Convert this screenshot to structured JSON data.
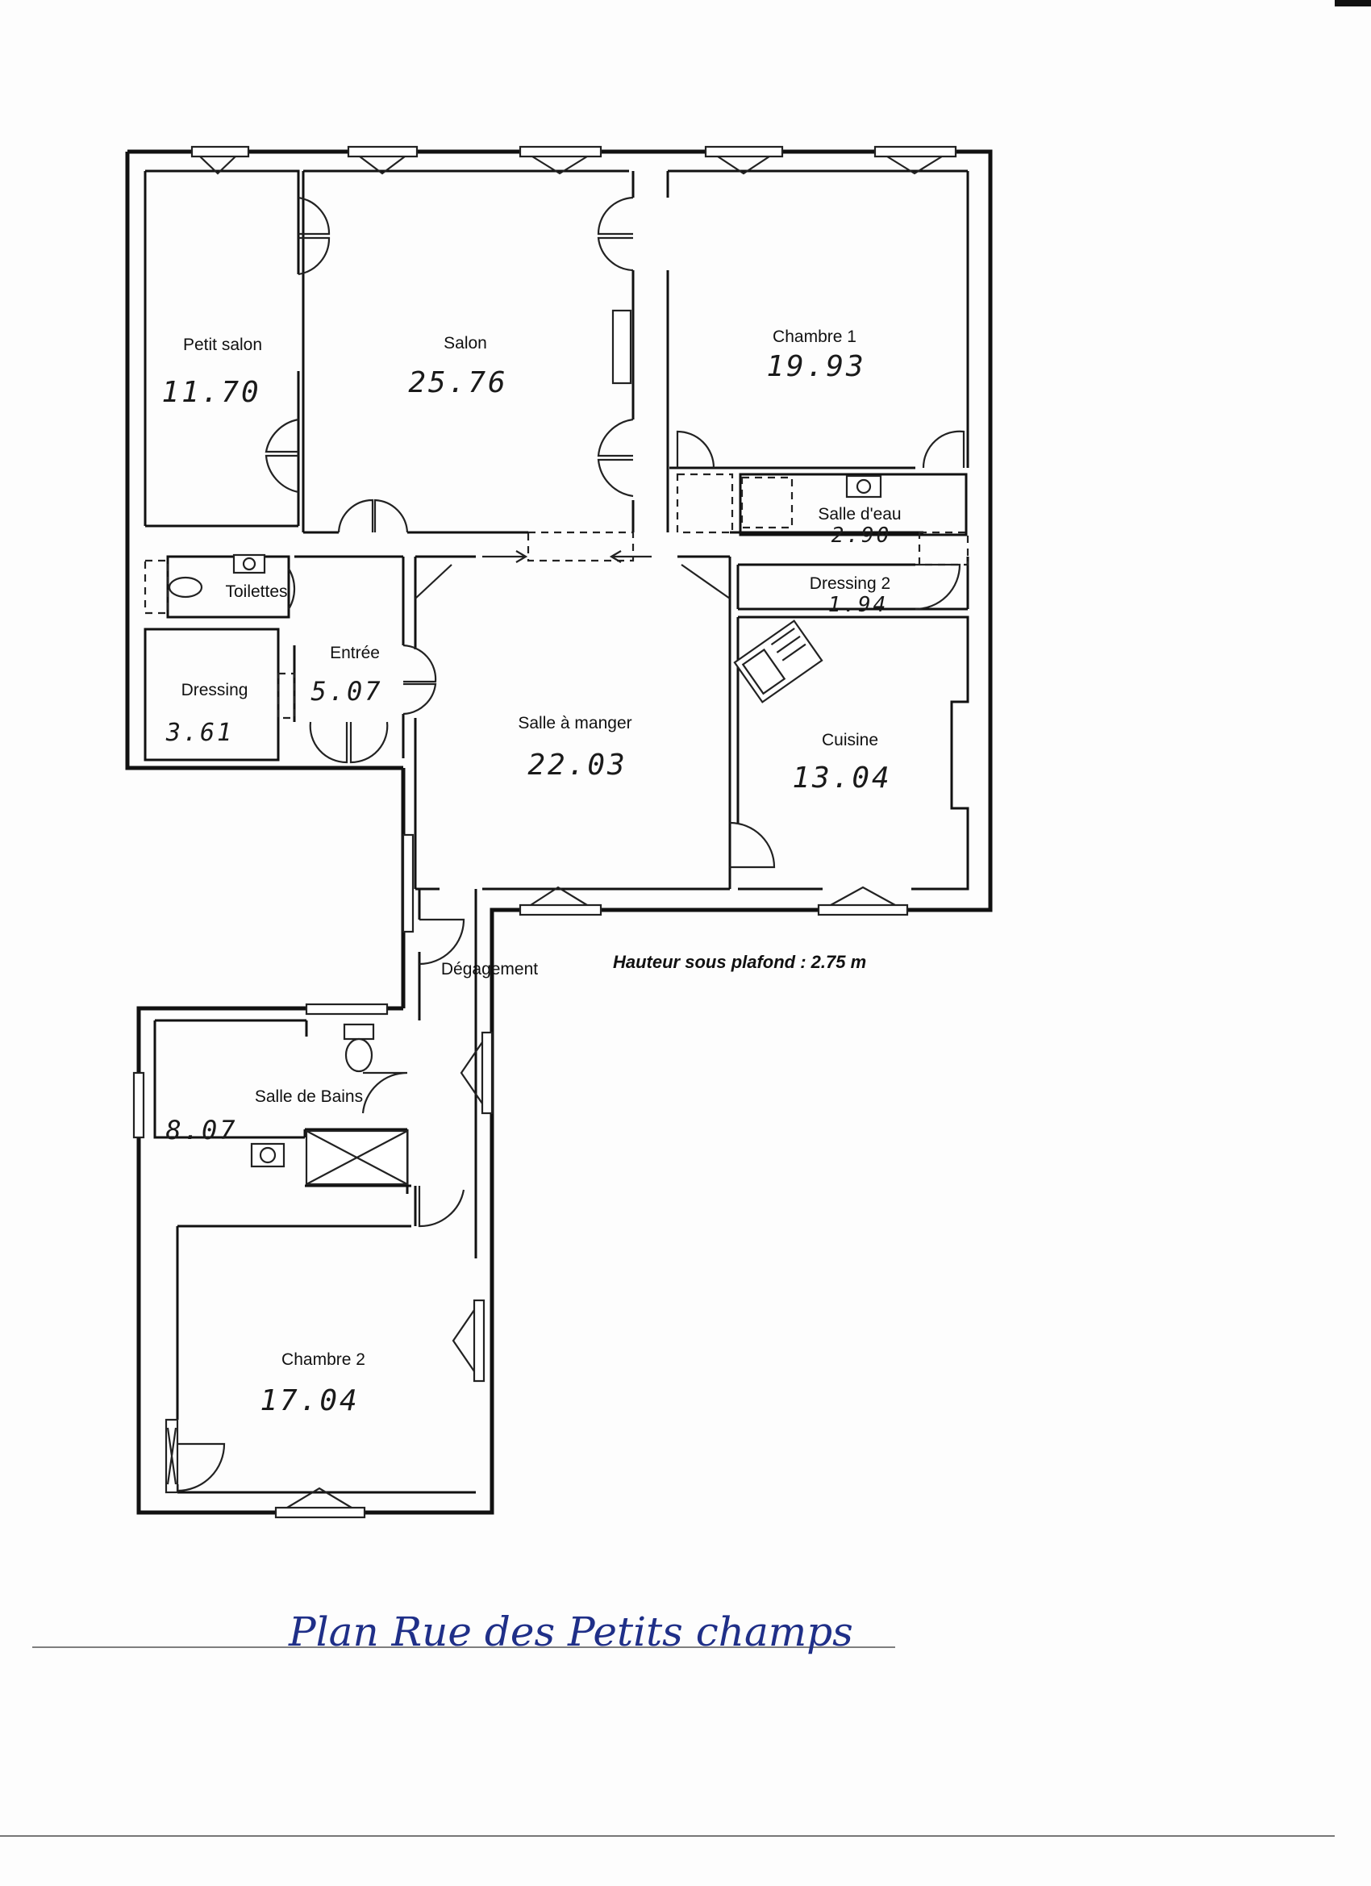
{
  "plan": {
    "rooms": {
      "petit_salon": {
        "name": "Petit salon",
        "area": "11.70"
      },
      "salon": {
        "name": "Salon",
        "area": "25.76"
      },
      "chambre1": {
        "name": "Chambre 1",
        "area": "19.93"
      },
      "salle_eau": {
        "name": "Salle d'eau",
        "area": "2.90"
      },
      "dressing2": {
        "name": "Dressing 2",
        "area": "1.94"
      },
      "toilettes": {
        "name": "Toilettes",
        "area": ""
      },
      "dressing": {
        "name": "Dressing",
        "area": "3.61"
      },
      "entree": {
        "name": "Entrée",
        "area": "5.07"
      },
      "salle_manger": {
        "name": "Salle à manger",
        "area": "22.03"
      },
      "cuisine": {
        "name": "Cuisine",
        "area": "13.04"
      },
      "degagement": {
        "name": "Dégagement",
        "area": ""
      },
      "salle_bains": {
        "name": "Salle de Bains",
        "area": "8.07"
      },
      "chambre2": {
        "name": "Chambre 2",
        "area": "17.04"
      }
    },
    "ceiling_note": "Hauteur sous plafond : 2.75 m",
    "caption": "Plan Rue des Petits champs"
  }
}
